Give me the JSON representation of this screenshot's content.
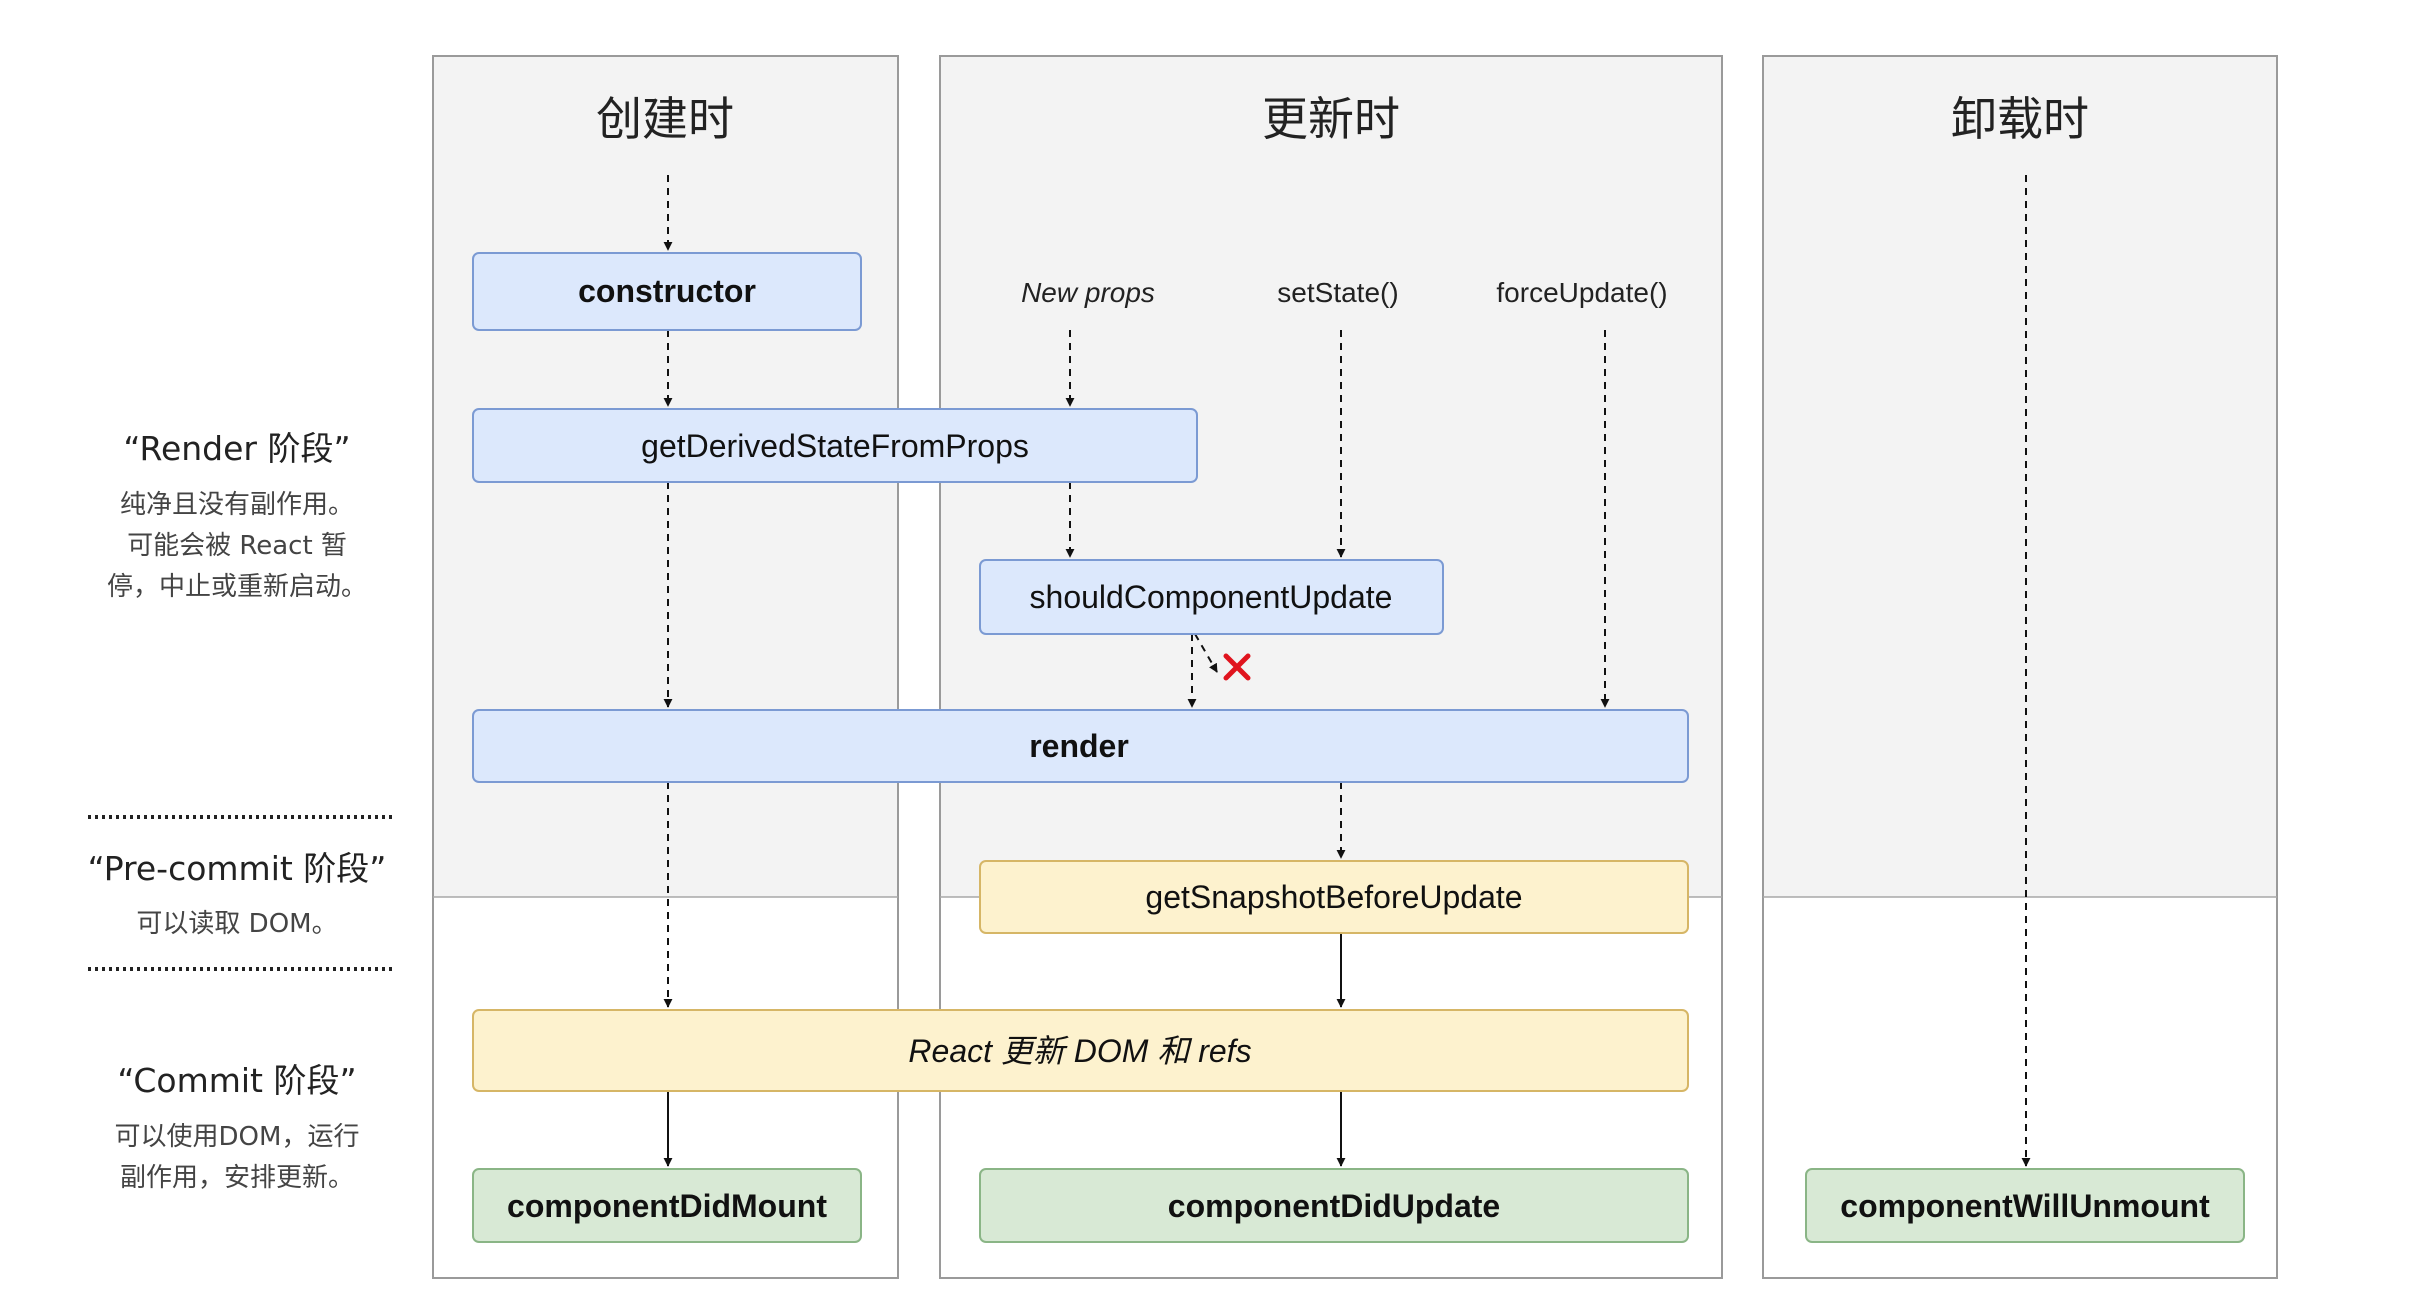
{
  "columns": {
    "mount": "创建时",
    "update": "更新时",
    "unmount": "卸载时"
  },
  "triggers": {
    "new_props": "New props",
    "set_state": "setState()",
    "force_update": "forceUpdate()"
  },
  "nodes": {
    "constructor": "constructor",
    "get_derived_state": "getDerivedStateFromProps",
    "should_update": "shouldComponentUpdate",
    "render": "render",
    "get_snapshot": "getSnapshotBeforeUpdate",
    "react_updates_dom": "React 更新 DOM 和 refs",
    "did_mount": "componentDidMount",
    "did_update": "componentDidUpdate",
    "will_unmount": "componentWillUnmount"
  },
  "phases": {
    "render": {
      "title": "“Render 阶段”",
      "lines": [
        "纯净且没有副作用。",
        "可能会被 React 暂",
        "停，中止或重新启动。"
      ]
    },
    "precommit": {
      "title": "“Pre-commit 阶段”",
      "lines": [
        "可以读取 DOM。"
      ]
    },
    "commit": {
      "title": "“Commit 阶段”",
      "lines": [
        "可以使用DOM，运行",
        "副作用，安排更新。"
      ]
    }
  },
  "colors": {
    "render_box_fill": "#dce8fc",
    "render_box_stroke": "#7b9ad3",
    "precommit_box_fill": "#fdf2ce",
    "precommit_box_stroke": "#d6b666",
    "commit_box_fill": "#d8e9d5",
    "commit_box_stroke": "#8ab586",
    "column_bg": "#f3f3f3",
    "column_border": "#9a9a9a",
    "cancel_mark": "#e0141e"
  }
}
